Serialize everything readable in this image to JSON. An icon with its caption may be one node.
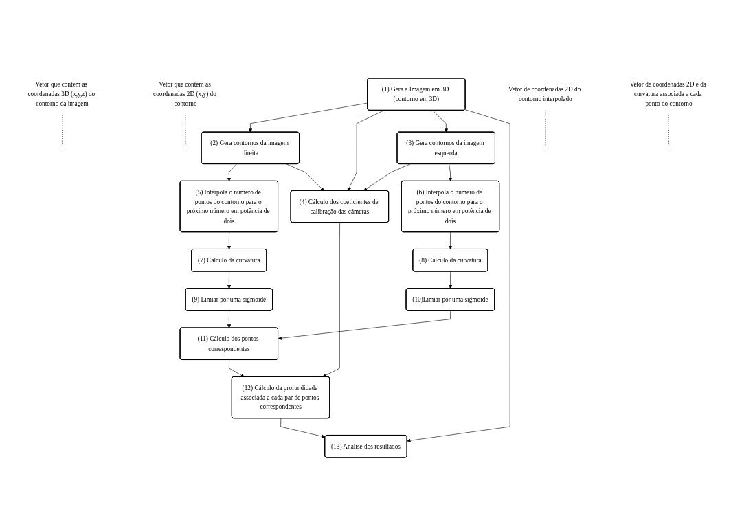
{
  "diagram": {
    "nodes": [
      {
        "text": [
          "(1) Gera a Imagem em 3D (contorno em 3D)"
        ]
      },
      {
        "text": [
          "(2) Gera contornos da imagem direita"
        ]
      },
      {
        "text": [
          "(3) Gera contornos da imagem esquerda"
        ]
      },
      {
        "text": [
          "(4) Cálculo dos coeficientes de calibração das câmeras"
        ]
      },
      {
        "text": [
          "(5) Interpola o número de pontos do contorno para o próximo número em potência de dois"
        ]
      },
      {
        "text": [
          "(6) Interpola o número de pontos do contorno para o próximo número em potência de dois"
        ]
      },
      {
        "text": [
          "(7) Cálculo da curvatura"
        ]
      },
      {
        "text": [
          "(8) Cálculo da curvatura"
        ]
      },
      {
        "text": [
          "(9) Limiar por uma sigmoide"
        ]
      },
      {
        "text": [
          "(10)Limiar por uma sigmoide"
        ]
      },
      {
        "text": [
          "(11) Cálculo dos pontos correspondentes"
        ]
      },
      {
        "text": [
          "(12) Cálculo da profundidade associada a cada par de pontos correspondentes"
        ]
      },
      {
        "text": [
          "(13) Análise dos resultados"
        ]
      },
      {
        "text": [
          "Vetor que contém as coordenadas 3D (x,y,z) do contorno da imagem"
        ]
      },
      {
        "text": [
          "Vetor que contém as coordenadas 2D (x,y) do contorno"
        ]
      },
      {
        "text": [
          "Vetor de coordenadas 2D do contorno interpolado"
        ]
      },
      {
        "text": [
          "Vetor de coordenadas 2D e da curvatura associada a cada ponto do contorno"
        ]
      }
    ],
    "edges": [
      {
        "from": 0,
        "to": 1,
        "arrow": "to"
      },
      {
        "from": 0,
        "to": 3,
        "arrow": "to"
      },
      {
        "from": 0,
        "to": 2,
        "arrow": "to"
      },
      {
        "from": 0,
        "to": 12,
        "arrow": "to"
      },
      {
        "from": 1,
        "to": 4,
        "arrow": "to"
      },
      {
        "from": 1,
        "to": 3,
        "arrow": "to"
      },
      {
        "from": 2,
        "to": 3,
        "arrow": "to"
      },
      {
        "from": 2,
        "to": 5,
        "arrow": "to"
      },
      {
        "from": 4,
        "to": 6,
        "arrow": "to"
      },
      {
        "from": 5,
        "to": 7,
        "arrow": "to"
      },
      {
        "from": 3,
        "to": 11,
        "arrow": "to"
      },
      {
        "from": 6,
        "to": 8,
        "arrow": "to"
      },
      {
        "from": 7,
        "to": 9,
        "arrow": "to"
      },
      {
        "from": 8,
        "to": 10,
        "arrow": "to"
      },
      {
        "from": 9,
        "to": 10,
        "arrow": "to"
      },
      {
        "from": 10,
        "to": 11,
        "arrow": "to"
      },
      {
        "from": 11,
        "to": 12,
        "arrow": "to"
      },
      {
        "from": 13,
        "to": null,
        "arrow": "none",
        "style": "dashed"
      },
      {
        "from": 14,
        "to": null,
        "arrow": "none",
        "style": "dashed"
      },
      {
        "from": 15,
        "to": null,
        "arrow": "none",
        "style": "dashed"
      },
      {
        "from": 16,
        "to": null,
        "arrow": "none",
        "style": "dashed"
      }
    ]
  }
}
